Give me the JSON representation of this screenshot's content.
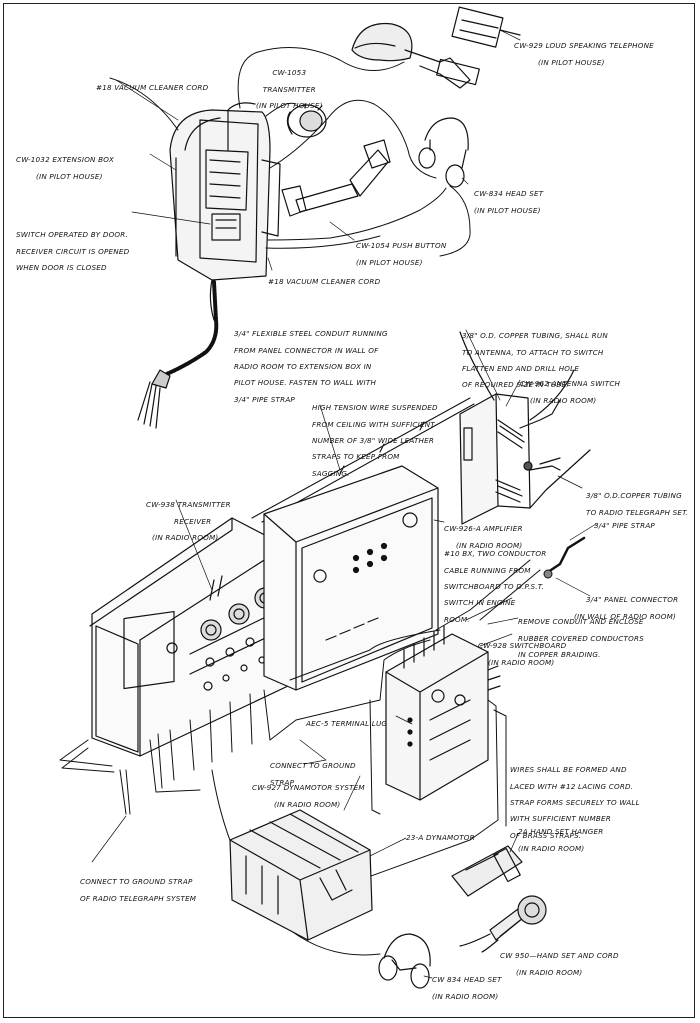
{
  "colors": {
    "ink": "#111111",
    "paper": "#ffffff",
    "shade": "#555555"
  },
  "labels": {
    "cw929": [
      "CW-929 LOUD SPEAKING TELEPHONE",
      "(IN PILOT HOUSE)"
    ],
    "cw1053": [
      "CW-1053",
      "TRANSMITTER",
      "(IN PILOT HOUSE)"
    ],
    "cord_top": [
      "#18 VACUUM CLEANER CORD"
    ],
    "cw1032": [
      "CW-1032 EXTENSION BOX",
      "(IN PILOT HOUSE)"
    ],
    "switch_door": [
      "SWITCH OPERATED BY DOOR.",
      "RECEIVER CIRCUIT IS OPENED",
      "WHEN DOOR IS CLOSED"
    ],
    "cw834_top": [
      "CW-834 HEAD SET",
      "(IN PILOT HOUSE)"
    ],
    "cw1054": [
      "CW-1054 PUSH BUTTON",
      "(IN PILOT HOUSE)"
    ],
    "cord_mid": [
      "#18 VACUUM CLEANER CORD"
    ],
    "conduit": [
      "3/4\" FLEXIBLE STEEL CONDUIT RUNNING",
      "FROM PANEL CONNECTOR IN WALL OF",
      "RADIO ROOM TO EXTENSION BOX IN",
      "PILOT HOUSE. FASTEN TO WALL WITH",
      "3/4\" PIPE STRAP"
    ],
    "copper": [
      "3/8\" O.D. COPPER TUBING, SHALL RUN",
      "TO ANTENNA, TO ATTACH TO SWITCH",
      "FLATTEN END AND DRILL HOLE",
      "OF REQUIRED SIZE IN TUBE."
    ],
    "cw962": [
      "CW-962 ANTENNA SWITCH",
      "(IN RADIO ROOM)"
    ],
    "high_tension": [
      "HIGH TENSION WIRE SUSPENDED",
      "FROM CEILING WITH SUFFICIENT",
      "NUMBER OF 3/8\" WIDE LEATHER",
      "STRAPS TO KEEP FROM",
      "SAGGING."
    ],
    "od_tubing": [
      "3/8\" O.D.COPPER TUBING",
      "TO RADIO TELEGRAPH SET."
    ],
    "cw938": [
      "CW-938 TRANSMITTER",
      "RECEIVER",
      "(IN RADIO ROOM)"
    ],
    "cw926": [
      "CW-926-A AMPLIFIER",
      "(IN RADIO ROOM)"
    ],
    "bx": [
      "#10 BX, TWO CONDUCTOR",
      "CABLE RUNNING FROM",
      "SWITCHBOARD TO D.P.S.T.",
      "SWITCH IN ENGINE",
      "ROOM."
    ],
    "pipe_strap": [
      "3/4\" PIPE STRAP"
    ],
    "panel_conn": [
      "3/4\" PANEL CONNECTOR",
      "(IN WALL OF RADIO ROOM)"
    ],
    "remove": [
      "REMOVE CONDUIT AND ENCLOSE",
      "RUBBER COVERED CONDUCTORS",
      "IN COPPER BRAIDING."
    ],
    "cw928": [
      "CW-928 SWITCHBOARD",
      "(IN RADIO ROOM)"
    ],
    "aec": [
      "AEC-5 TERMINAL LUG"
    ],
    "ground_strap": [
      "CONNECT TO GROUND",
      "STRAP"
    ],
    "cw927": [
      "CW-927 DYNAMOTOR SYSTEM",
      "(IN RADIO ROOM)"
    ],
    "wires": [
      "WIRES SHALL BE FORMED AND",
      "LACED WITH #12 LACING CORD.",
      "STRAP FORMS SECURELY TO WALL",
      "WITH SUFFICIENT NUMBER",
      "OF BRASS STRAPS."
    ],
    "dynamotor": [
      "23-A DYNAMOTOR"
    ],
    "hanger": [
      "2A HAND SET HANGER",
      "(IN RADIO ROOM)"
    ],
    "ground_telegraph": [
      "CONNECT TO GROUND STRAP",
      "OF RADIO TELEGRAPH SYSTEM"
    ],
    "cw950": [
      "CW 950—HAND SET AND CORD",
      "(IN RADIO ROOM)"
    ],
    "cw834_bottom": [
      "CW 834 HEAD SET",
      "(IN RADIO ROOM)"
    ]
  }
}
